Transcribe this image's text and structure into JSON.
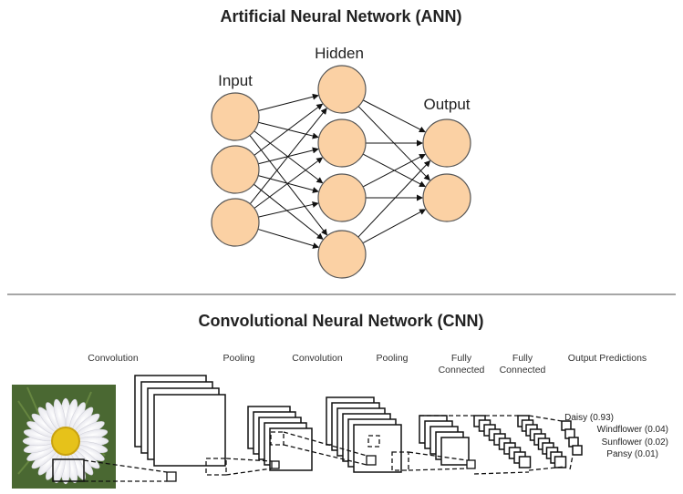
{
  "ann": {
    "title": "Artificial Neural Network (ANN)",
    "input_label": "Input",
    "hidden_label": "Hidden",
    "output_label": "Output",
    "layers": {
      "input": 3,
      "hidden": 4,
      "output": 2
    },
    "node_fill": "#fbd1a4",
    "node_stroke": "#555555"
  },
  "cnn": {
    "title": "Convolutional Neural Network (CNN)",
    "stages": [
      {
        "id": "conv1",
        "lines": [
          "Convolution"
        ]
      },
      {
        "id": "pool1",
        "lines": [
          "Pooling"
        ]
      },
      {
        "id": "conv2",
        "lines": [
          "Convolution"
        ]
      },
      {
        "id": "pool2",
        "lines": [
          "Pooling"
        ]
      },
      {
        "id": "fc1",
        "lines": [
          "Fully",
          "Connected"
        ]
      },
      {
        "id": "fc2",
        "lines": [
          "Fully",
          "Connected"
        ]
      },
      {
        "id": "out",
        "lines": [
          "Output Predictions"
        ]
      }
    ],
    "predictions": [
      {
        "label": "Daisy",
        "score": "0.93",
        "text": "Daisy (0.93)"
      },
      {
        "label": "Windflower",
        "score": "0.04",
        "text": "Windflower (0.04)"
      },
      {
        "label": "Sunflower",
        "score": "0.02",
        "text": "Sunflower (0.02)"
      },
      {
        "label": "Pansy",
        "score": "0.01",
        "text": "Pansy (0.01)"
      }
    ],
    "input_image": "daisy-flower-photo"
  },
  "divider_color": "#888888"
}
